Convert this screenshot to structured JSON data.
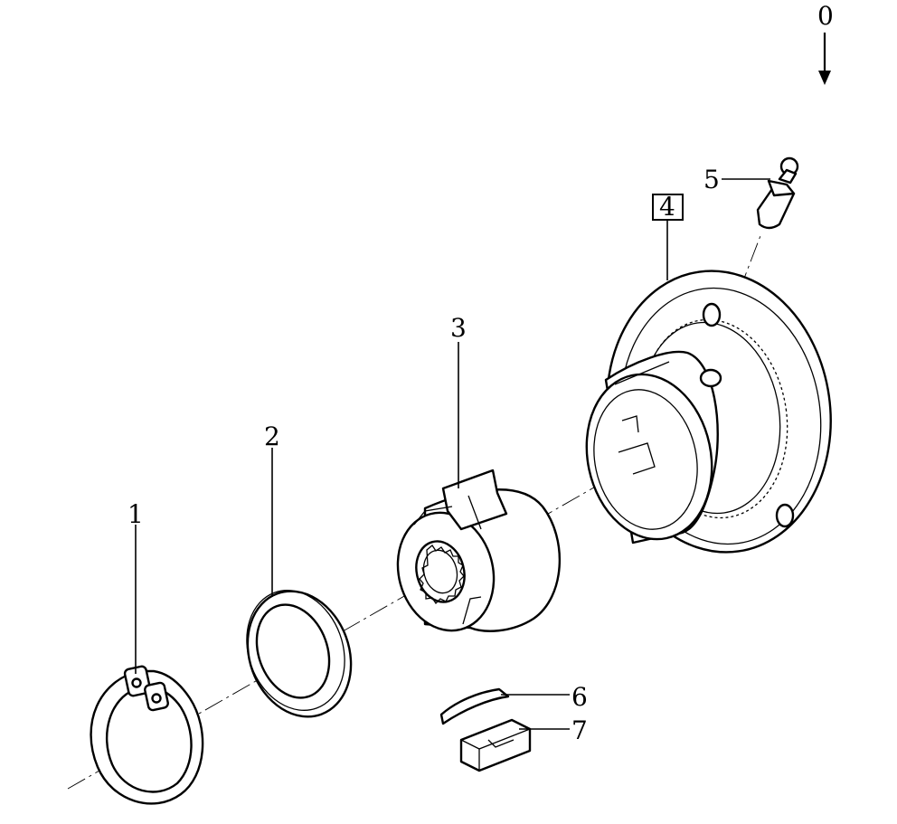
{
  "view_indicator": {
    "label": "0"
  },
  "callouts": [
    {
      "id": "1",
      "label": "1",
      "part": "snap-ring"
    },
    {
      "id": "2",
      "label": "2",
      "part": "spacer-ring"
    },
    {
      "id": "3",
      "label": "3",
      "part": "splined-hub"
    },
    {
      "id": "4",
      "label": "4",
      "part": "flange-housing",
      "boxed": true
    },
    {
      "id": "5",
      "label": "5",
      "part": "grease-nipple"
    },
    {
      "id": "6",
      "label": "6",
      "part": "spring-pin"
    },
    {
      "id": "7",
      "label": "7",
      "part": "key"
    }
  ]
}
